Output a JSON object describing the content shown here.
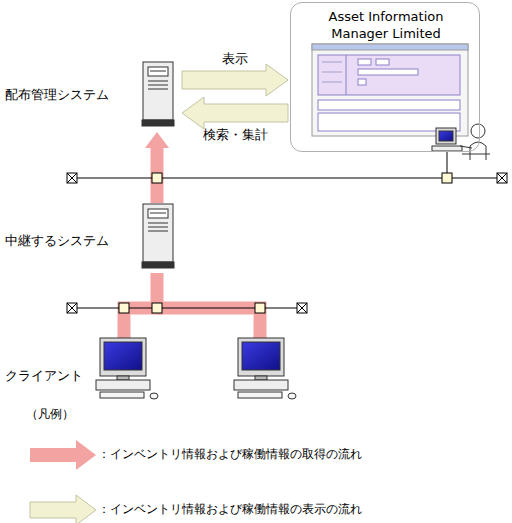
{
  "diagram": {
    "nodes": [
      {
        "text": [
          "配布管理システム"
        ]
      },
      {
        "text": [
          "Asset Information Manager Limited"
        ]
      },
      {
        "text": [
          "中継するシステム"
        ]
      },
      {
        "text": [
          "クライアント"
        ]
      }
    ],
    "edges": [
      {
        "from": 0,
        "to": 1,
        "arrow": "to",
        "label": "表示"
      },
      {
        "from": 1,
        "to": 0,
        "arrow": "to",
        "label": "検索・集計"
      },
      {
        "from": 3,
        "to": 2,
        "arrow": "none"
      },
      {
        "from": 2,
        "to": 0,
        "arrow": "to"
      }
    ],
    "labels": [
      "（凡例）"
    ],
    "legend": [
      {
        "text": "：インベントリ情報および稼働情報の取得の流れ",
        "color": "#f4a3a3"
      },
      {
        "text": "：インベントリ情報および稼働情報の表示の流れ",
        "color": "#f2f2d2"
      }
    ]
  }
}
